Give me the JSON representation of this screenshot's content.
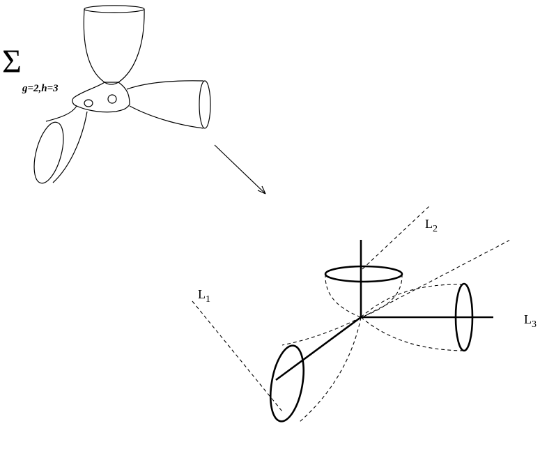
{
  "surface": {
    "symbol": "Σ",
    "subscript": "g=2,h=3"
  },
  "target": {
    "labels": [
      {
        "id": "l1",
        "main": "L",
        "sub": "1"
      },
      {
        "id": "l2",
        "main": "L",
        "sub": "2"
      },
      {
        "id": "l3",
        "main": "L",
        "sub": "3"
      }
    ]
  }
}
